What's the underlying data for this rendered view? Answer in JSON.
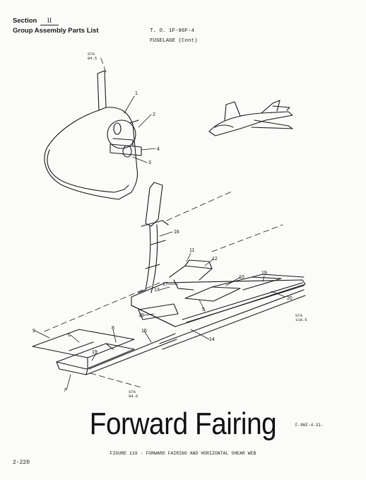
{
  "header": {
    "section_label": "Section",
    "section_number": "II",
    "list_title": "Group Assembly Parts List",
    "tech_order": "T. O. 1F-86F-4",
    "subsection": "FUSELAGE (Cont)"
  },
  "callouts": [
    "1",
    "2",
    "4",
    "3",
    "16",
    "11",
    "12",
    "10",
    "19",
    "20",
    "13",
    "17",
    "5",
    "18",
    "9",
    "6",
    "8",
    "15",
    "14",
    "19",
    "7"
  ],
  "stations": [
    {
      "label": "STA",
      "value": "84.5"
    },
    {
      "label": "STA",
      "value": "118.5"
    },
    {
      "label": "STA",
      "value": "84.5"
    }
  ],
  "overlay_title": "Forward Fairing",
  "drawing_number": "F-86F-4-31-",
  "figure_caption": "FIGURE 119 - FORWARD FAIRING AND HORIZONTAL SHEAR WEB",
  "page_number": "2-220"
}
